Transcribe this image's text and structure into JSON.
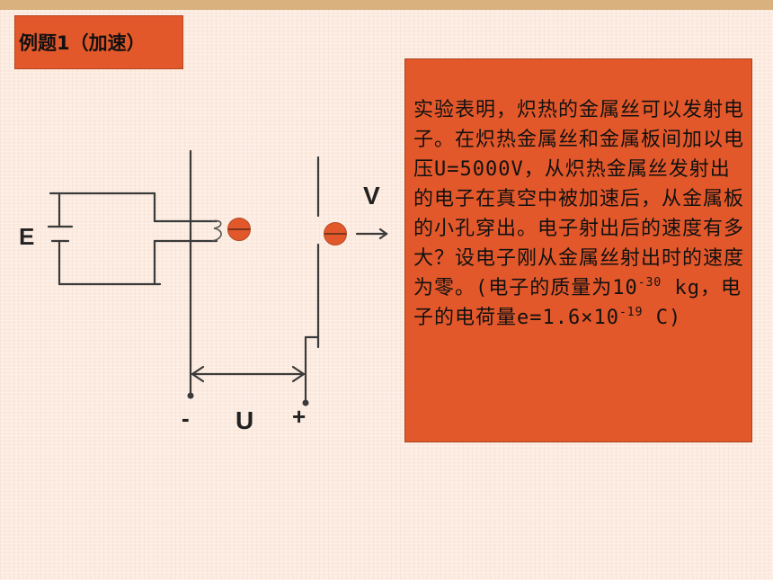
{
  "slide": {
    "title": "例题1（加速）"
  },
  "problem": {
    "text_before_exp1": "实验表明，炽热的金属丝可以发射电子。在炽热金属丝和金属板间加以电压U=5000V，从炽热金属丝发射出的电子在真空中被加速后，从金属板的小孔穿出。电子射出后的速度有多大？设电子刚从金属丝射出时的速度为零。(电子的质量为10",
    "exp1": "-30",
    "text_mid": " kg，电子的电荷量e=1.6×10",
    "exp2": "-19",
    "text_end": " C)"
  },
  "diagram": {
    "label_E": "E",
    "label_V": "V",
    "label_minus": "-",
    "label_U": "U",
    "label_plus": "+",
    "colors": {
      "wire": "#3a3a3a",
      "electron": "#e3582a"
    }
  },
  "colors": {
    "accent": "#e3582a",
    "top_bar": "#d9b17f",
    "background": "#fcebe0"
  }
}
